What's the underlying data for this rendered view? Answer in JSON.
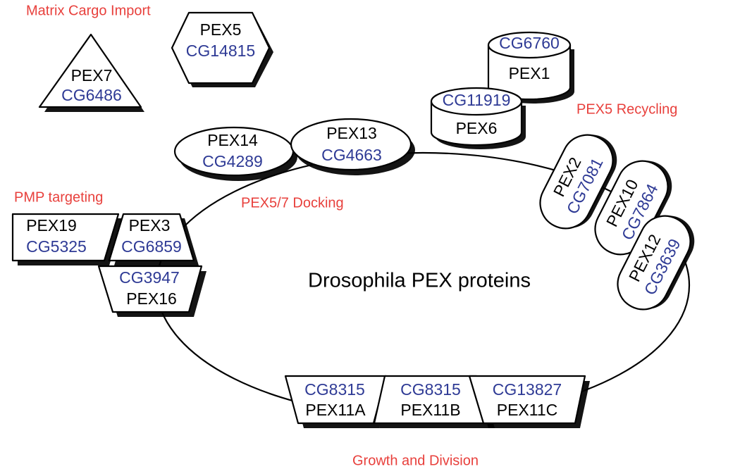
{
  "title": "Drosophila PEX proteins",
  "colors": {
    "category": "#e8403c",
    "gene": "#2e3a95",
    "protein": "#000000"
  },
  "categories": {
    "matrix_cargo_import": "Matrix Cargo Import",
    "pmp_targeting": "PMP targeting",
    "docking": "PEX5/7 Docking",
    "recycling": "PEX5 Recycling",
    "growth_division": "Growth and Division"
  },
  "proteins": {
    "pex7": {
      "name": "PEX7",
      "gene": "CG6486"
    },
    "pex5": {
      "name": "PEX5",
      "gene": "CG14815"
    },
    "pex1": {
      "name": "PEX1",
      "gene": "CG6760"
    },
    "pex6": {
      "name": "PEX6",
      "gene": "CG11919"
    },
    "pex14": {
      "name": "PEX14",
      "gene": "CG4289"
    },
    "pex13": {
      "name": "PEX13",
      "gene": "CG4663"
    },
    "pex19": {
      "name": "PEX19",
      "gene": "CG5325"
    },
    "pex3": {
      "name": "PEX3",
      "gene": "CG6859"
    },
    "pex16": {
      "name": "PEX16",
      "gene": "CG3947"
    },
    "pex2": {
      "name": "PEX2",
      "gene": "CG7081"
    },
    "pex10": {
      "name": "PEX10",
      "gene": "CG7864"
    },
    "pex12": {
      "name": "PEX12",
      "gene": "CG3639"
    },
    "pex11a": {
      "name": "PEX11A",
      "gene": "CG8315"
    },
    "pex11b": {
      "name": "PEX11B",
      "gene": "CG8315"
    },
    "pex11c": {
      "name": "PEX11C",
      "gene": "CG13827"
    }
  }
}
